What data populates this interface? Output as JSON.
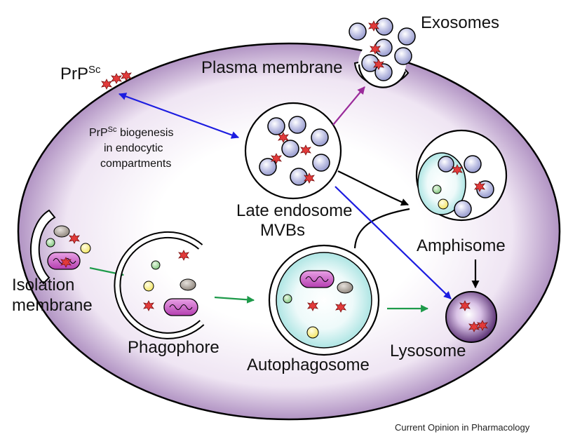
{
  "labels": {
    "exosomes": "Exosomes",
    "plasma_membrane": "Plasma membrane",
    "prp_base": "PrP",
    "prp_sup": "Sc",
    "biogenesis_line1_base": "PrP",
    "biogenesis_line1_sup": "Sc",
    "biogenesis_line1_rest": " biogenesis",
    "biogenesis_line2": "in endocytic",
    "biogenesis_line3": "compartments",
    "late_endosome_line1": "Late endosome",
    "late_endosome_line2": "MVBs",
    "amphisome": "Amphisome",
    "isolation_line1": "Isolation",
    "isolation_line2": "membrane",
    "phagophore": "Phagophore",
    "autophagosome": "Autophagosome",
    "lysosome": "Lysosome"
  },
  "credit": "Current Opinion in Pharmacology",
  "colors": {
    "cell_fill_outer": "#8e65a8",
    "cell_fill_inner": "#ffffff",
    "vesicle": "#b4b6dc",
    "prion": "#e23a3a",
    "amphisome_fill": "#aee6e4",
    "mitochondrion": "#d36ad0",
    "arrow_blue": "#1c1ce0",
    "arrow_purple": "#9a2a9a",
    "arrow_green": "#1e9a4a",
    "arrow_black": "#000000",
    "lysosome": "#5b2d78"
  }
}
